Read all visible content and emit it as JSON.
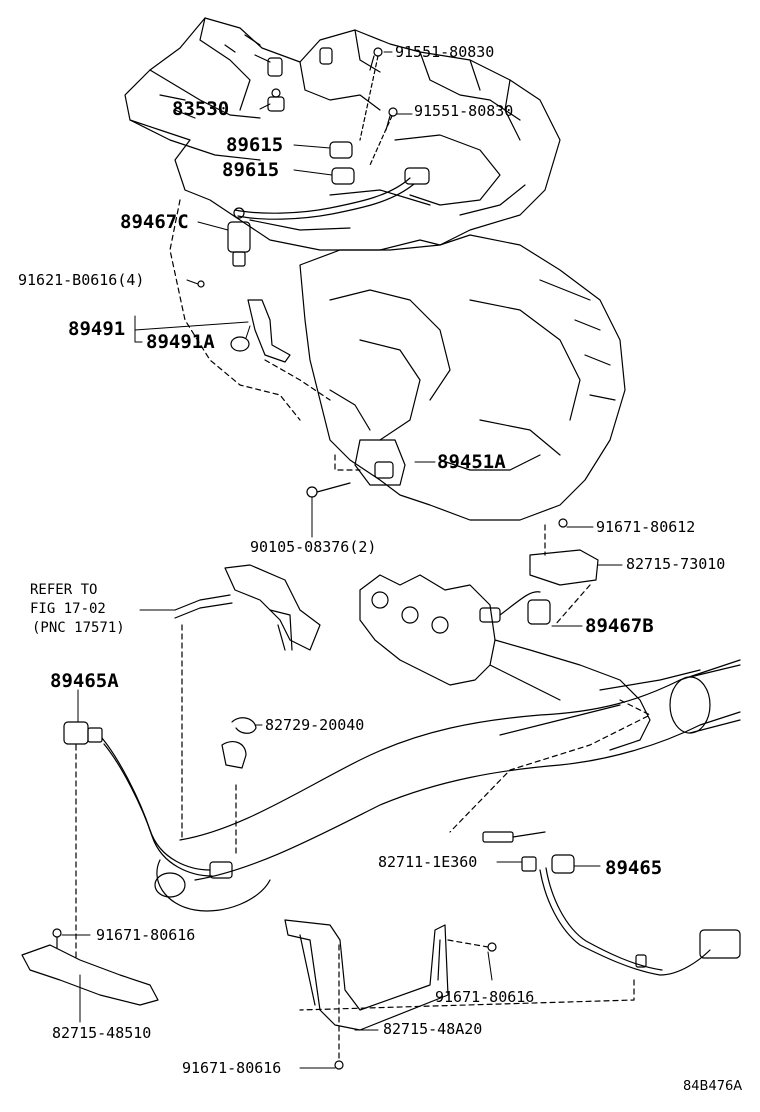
{
  "diagram": {
    "figure_code": "84B476A",
    "note": {
      "line1": "REFER TO",
      "line2": "FIG 17-02",
      "line3": "(PNC 17571)"
    },
    "callouts": {
      "p91551_top": "91551-80830",
      "p91551_second": "91551-80830",
      "p83530": "83530",
      "p89615_a": "89615",
      "p89615_b": "89615",
      "p89467C": "89467C",
      "p91621": "91621-B0616(4)",
      "p89491": "89491",
      "p89491A": "89491A",
      "p89451A": "89451A",
      "p90105": "90105-08376(2)",
      "p91671_80612": "91671-80612",
      "p82715_73010": "82715-73010",
      "p89467B": "89467B",
      "p89465A": "89465A",
      "p82729": "82729-20040",
      "p82711": "82711-1E360",
      "p89465": "89465",
      "p91671_left": "91671-80616",
      "p91671_mid": "91671-80616",
      "p82715_48510": "82715-48510",
      "p82715_48A20": "82715-48A20",
      "p91671_bottom": "91671-80616"
    }
  }
}
